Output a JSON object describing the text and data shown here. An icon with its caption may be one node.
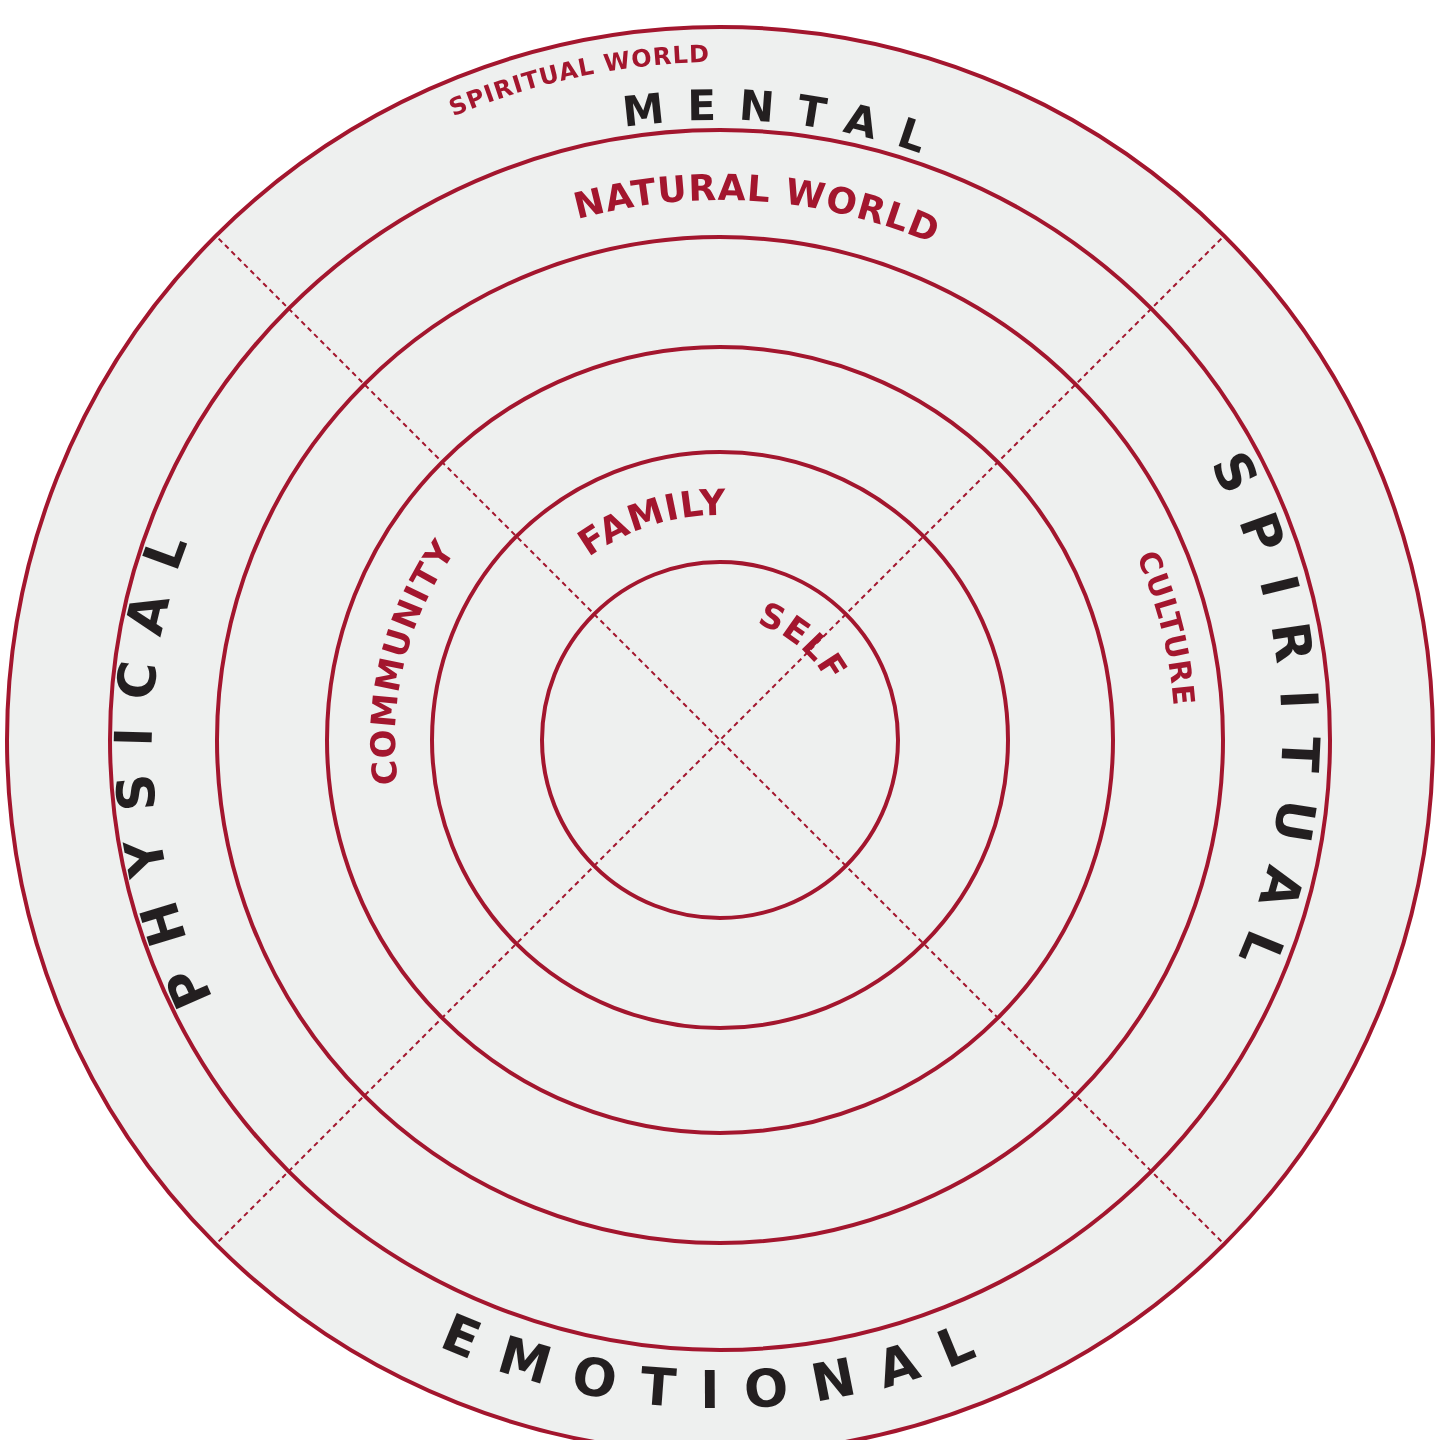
{
  "diagram": {
    "nodes": [
      {
        "text": [
          "SPIRITUAL WORLD"
        ]
      },
      {
        "text": [
          "NATURAL WORLD"
        ],
        "in": 0
      },
      {
        "text": [
          "CULTURE"
        ],
        "in": 1
      },
      {
        "text": [
          "COMMUNITY"
        ],
        "in": 2
      },
      {
        "text": [
          "FAMILY"
        ],
        "in": 3
      },
      {
        "text": [
          "SELF"
        ],
        "in": 4
      }
    ],
    "labels": [
      "MENTAL",
      "SPIRITUAL",
      "PHYSICAL",
      "EMOTIONAL"
    ]
  }
}
